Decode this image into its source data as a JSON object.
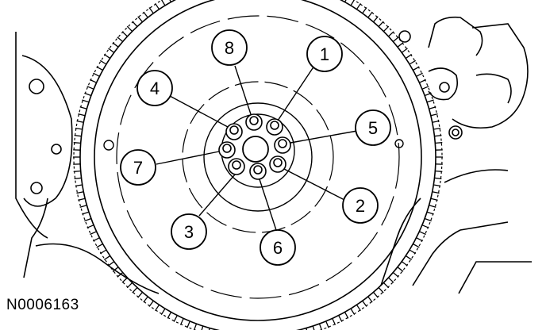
{
  "figure_id": "N0006163",
  "callouts": [
    {
      "label": "1"
    },
    {
      "label": "2"
    },
    {
      "label": "3"
    },
    {
      "label": "4"
    },
    {
      "label": "5"
    },
    {
      "label": "6"
    },
    {
      "label": "7"
    },
    {
      "label": "8"
    }
  ],
  "colors": {
    "ink": "#000000",
    "paper": "#ffffff"
  }
}
